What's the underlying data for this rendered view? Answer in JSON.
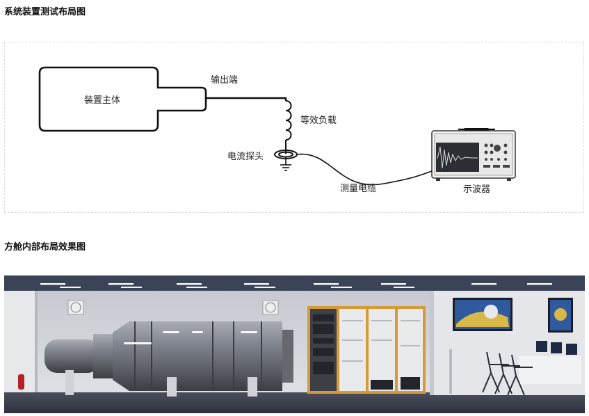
{
  "sections": {
    "layout_title": "系统装置测试布局图",
    "cabin_title": "方舱内部布局效果图"
  },
  "diagram": {
    "device_body": "装置主体",
    "output": "输出端",
    "load": "等效负载",
    "probe": "电流探头",
    "cable": "测量电缆",
    "scope": "示波器"
  },
  "colors": {
    "line": "#111111",
    "cabinet_frame": "#d69a3a",
    "cylinder": "#7b8088",
    "wall": "#d7dade",
    "floor": "#3e4150"
  },
  "icons": {
    "oscilloscope": "oscilloscope-icon",
    "inductor": "inductor-coil-icon",
    "ground": "ground-symbol-icon"
  }
}
